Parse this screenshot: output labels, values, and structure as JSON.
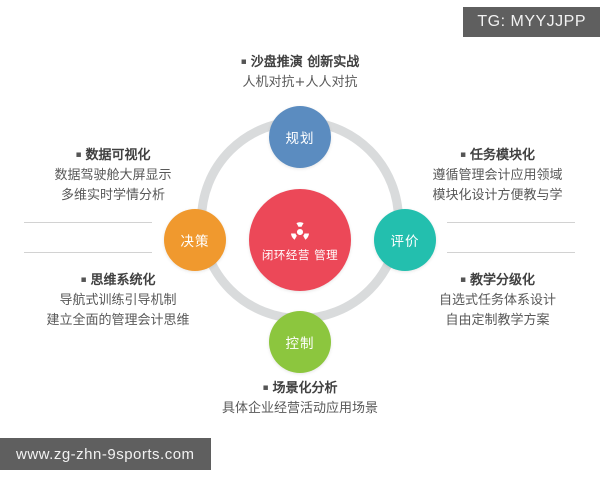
{
  "watermarks": {
    "telegram_badge": "TG: MYYJJPP",
    "site_url": "www.zg-zhn-9sports.com"
  },
  "diagram": {
    "type": "closed-loop-cycle",
    "center": {
      "icon": "recycle-cycle-icon",
      "label_line1": "闭环经营",
      "label_line2": "管理",
      "color": "#ec4858"
    },
    "nodes": [
      {
        "id": "top",
        "label": "规划",
        "color": "#5b8cc0"
      },
      {
        "id": "left",
        "label": "决策",
        "color": "#f0992e"
      },
      {
        "id": "right",
        "label": "评价",
        "color": "#23bfae"
      },
      {
        "id": "bottom",
        "label": "控制",
        "color": "#8cc63e"
      }
    ],
    "ring_color": "#d9dbdc"
  },
  "captions": {
    "top": {
      "head": "沙盘推演 创新实战",
      "line2": "人机对抗+人人对抗"
    },
    "top_left": {
      "head": "数据可视化",
      "line2": "数据驾驶舱大屏显示",
      "line3": "多维实时学情分析"
    },
    "bottom_left": {
      "head": "思维系统化",
      "line2": "导航式训练引导机制",
      "line3": "建立全面的管理会计思维"
    },
    "top_right": {
      "head": "任务模块化",
      "line2": "遵循管理会计应用领域",
      "line3": "模块化设计方便教与学"
    },
    "bottom_right": {
      "head": "教学分级化",
      "line2": "自选式任务体系设计",
      "line3": "自由定制教学方案"
    },
    "bottom": {
      "head": "场景化分析",
      "line2": "具体企业经营活动应用场景"
    }
  }
}
